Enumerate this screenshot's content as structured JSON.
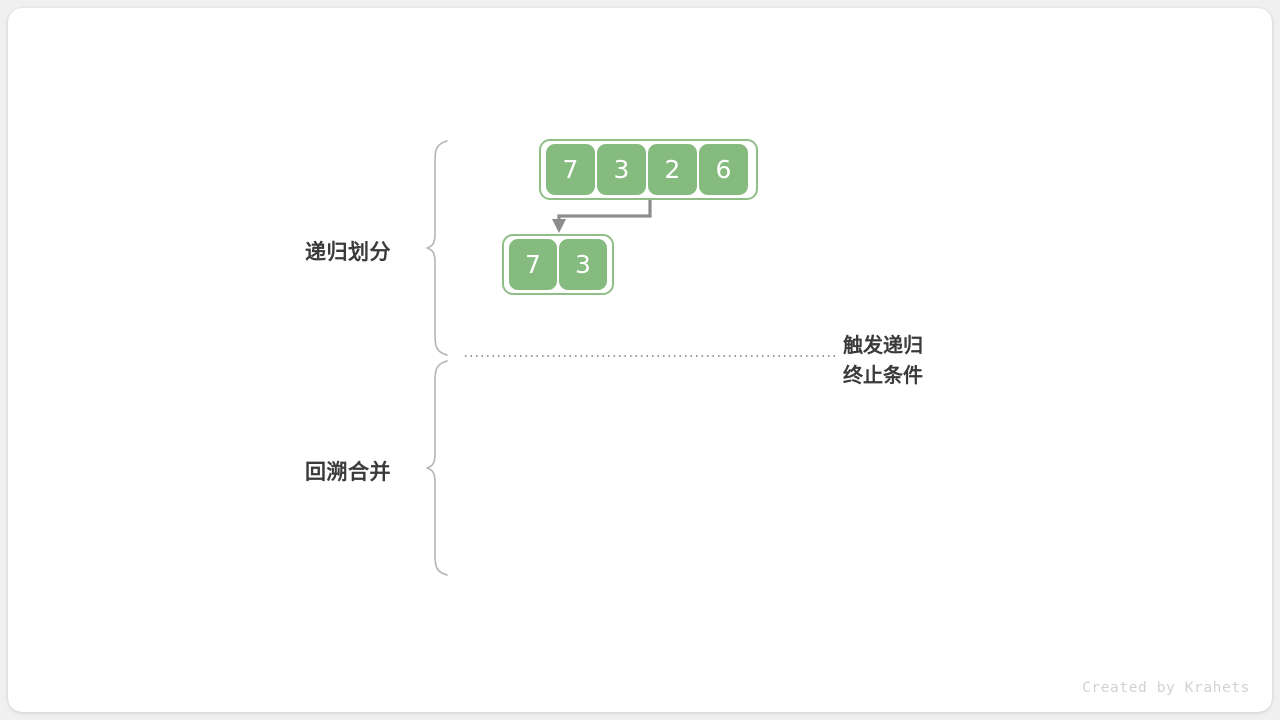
{
  "meta": {
    "watermark": "Created by Krahets"
  },
  "colors": {
    "cell_fill": "#86bb80",
    "cell_border": "#8fbf87",
    "cell_text": "#ffffff",
    "arrow": "#8c8c8c",
    "brace": "#b4b4b4",
    "dotted_line": "#9a9a9a",
    "label_text": "#3a3a3a",
    "watermark_text": "#d2d2d2",
    "canvas_background": "#ffffff",
    "page_background": "#f0f0f0"
  },
  "phases": [
    {
      "id": "divide",
      "label": "递归划分"
    },
    {
      "id": "merge",
      "label": "回溯合并"
    }
  ],
  "annotation": {
    "line1": "触发递归",
    "line2": "终止条件"
  },
  "arrays": [
    {
      "id": "root-array",
      "values": [
        "7",
        "3",
        "2",
        "6"
      ]
    },
    {
      "id": "left-sub-array",
      "values": [
        "7",
        "3"
      ]
    }
  ],
  "connector": {
    "id": "split-arrow",
    "from": "root-array",
    "to": "left-sub-array"
  }
}
